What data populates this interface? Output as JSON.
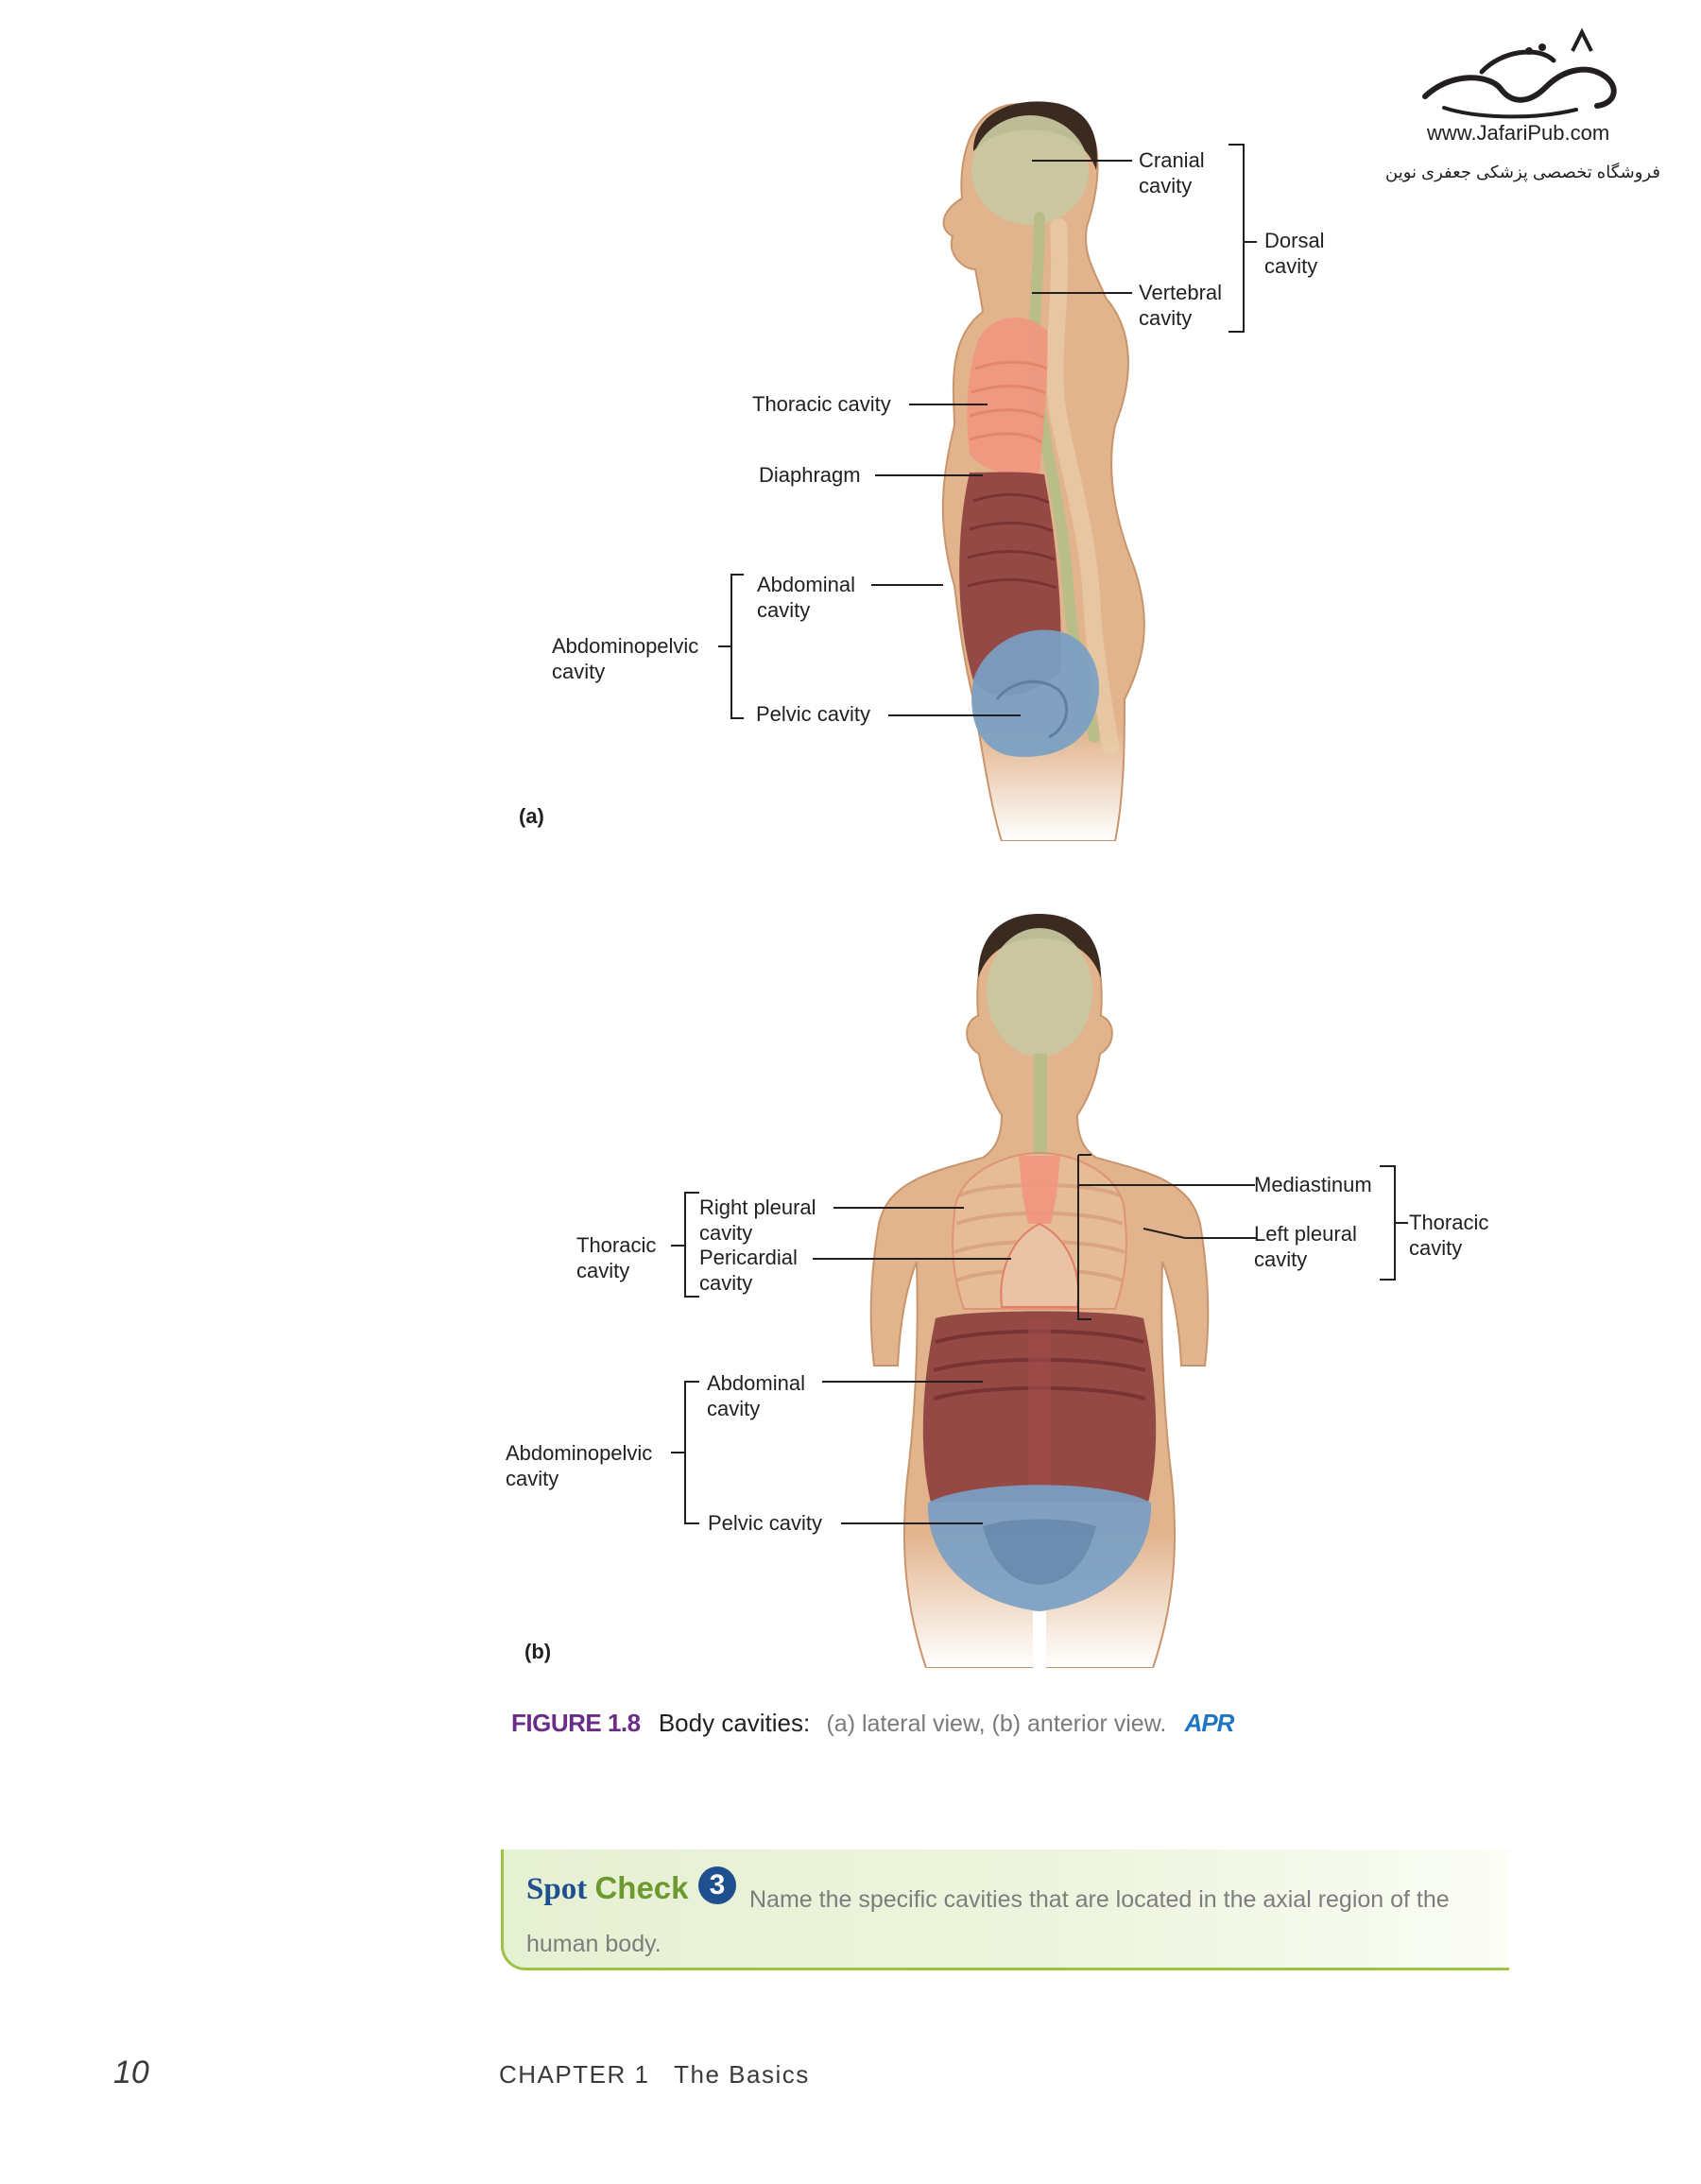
{
  "watermark": {
    "url": "www.JafariPub.com",
    "persian_text": "فروشگاه تخصصی پزشکی جعفری نوین"
  },
  "panel_a": {
    "tag": "(a)",
    "labels": {
      "cranial": "Cranial\ncavity",
      "vertebral": "Vertebral\ncavity",
      "dorsal": "Dorsal\ncavity",
      "thoracic": "Thoracic cavity",
      "diaphragm": "Diaphragm",
      "abdominal": "Abdominal\ncavity",
      "abdominopelvic": "Abdominopelvic\ncavity",
      "pelvic": "Pelvic cavity"
    }
  },
  "panel_b": {
    "tag": "(b)",
    "labels": {
      "right_pleural": "Right pleural\ncavity",
      "pericardial": "Pericardial\ncavity",
      "thoracic_left": "Thoracic\ncavity",
      "mediastinum": "Mediastinum",
      "left_pleural": "Left pleural\ncavity",
      "thoracic_right": "Thoracic\ncavity",
      "abdominal": "Abdominal\ncavity",
      "abdominopelvic": "Abdominopelvic\ncavity",
      "pelvic": "Pelvic cavity"
    }
  },
  "figure": {
    "number": "FIGURE 1.8",
    "lead": "Body cavities:",
    "description": "(a) lateral view, (b) anterior view.",
    "badge": "APR"
  },
  "spot_check": {
    "word1": "Spot",
    "word2": "Check",
    "number": "3",
    "question": "Name the specific cavities that are located in the axial region of the human body."
  },
  "footer": {
    "page_number": "10",
    "chapter": "CHAPTER 1   The Basics"
  },
  "colors": {
    "figure_number": "#6b2c87",
    "spot_blue": "#1e4f8e",
    "spot_green": "#6d9a2e",
    "spot_border": "#9bc447",
    "cranial_fill": "#c8c9a2",
    "thoracic_fill": "#f1967f",
    "abdominal_fill": "#8c3d3d",
    "pelvic_fill": "#7a9fc4",
    "skin": "#e2b48d"
  }
}
